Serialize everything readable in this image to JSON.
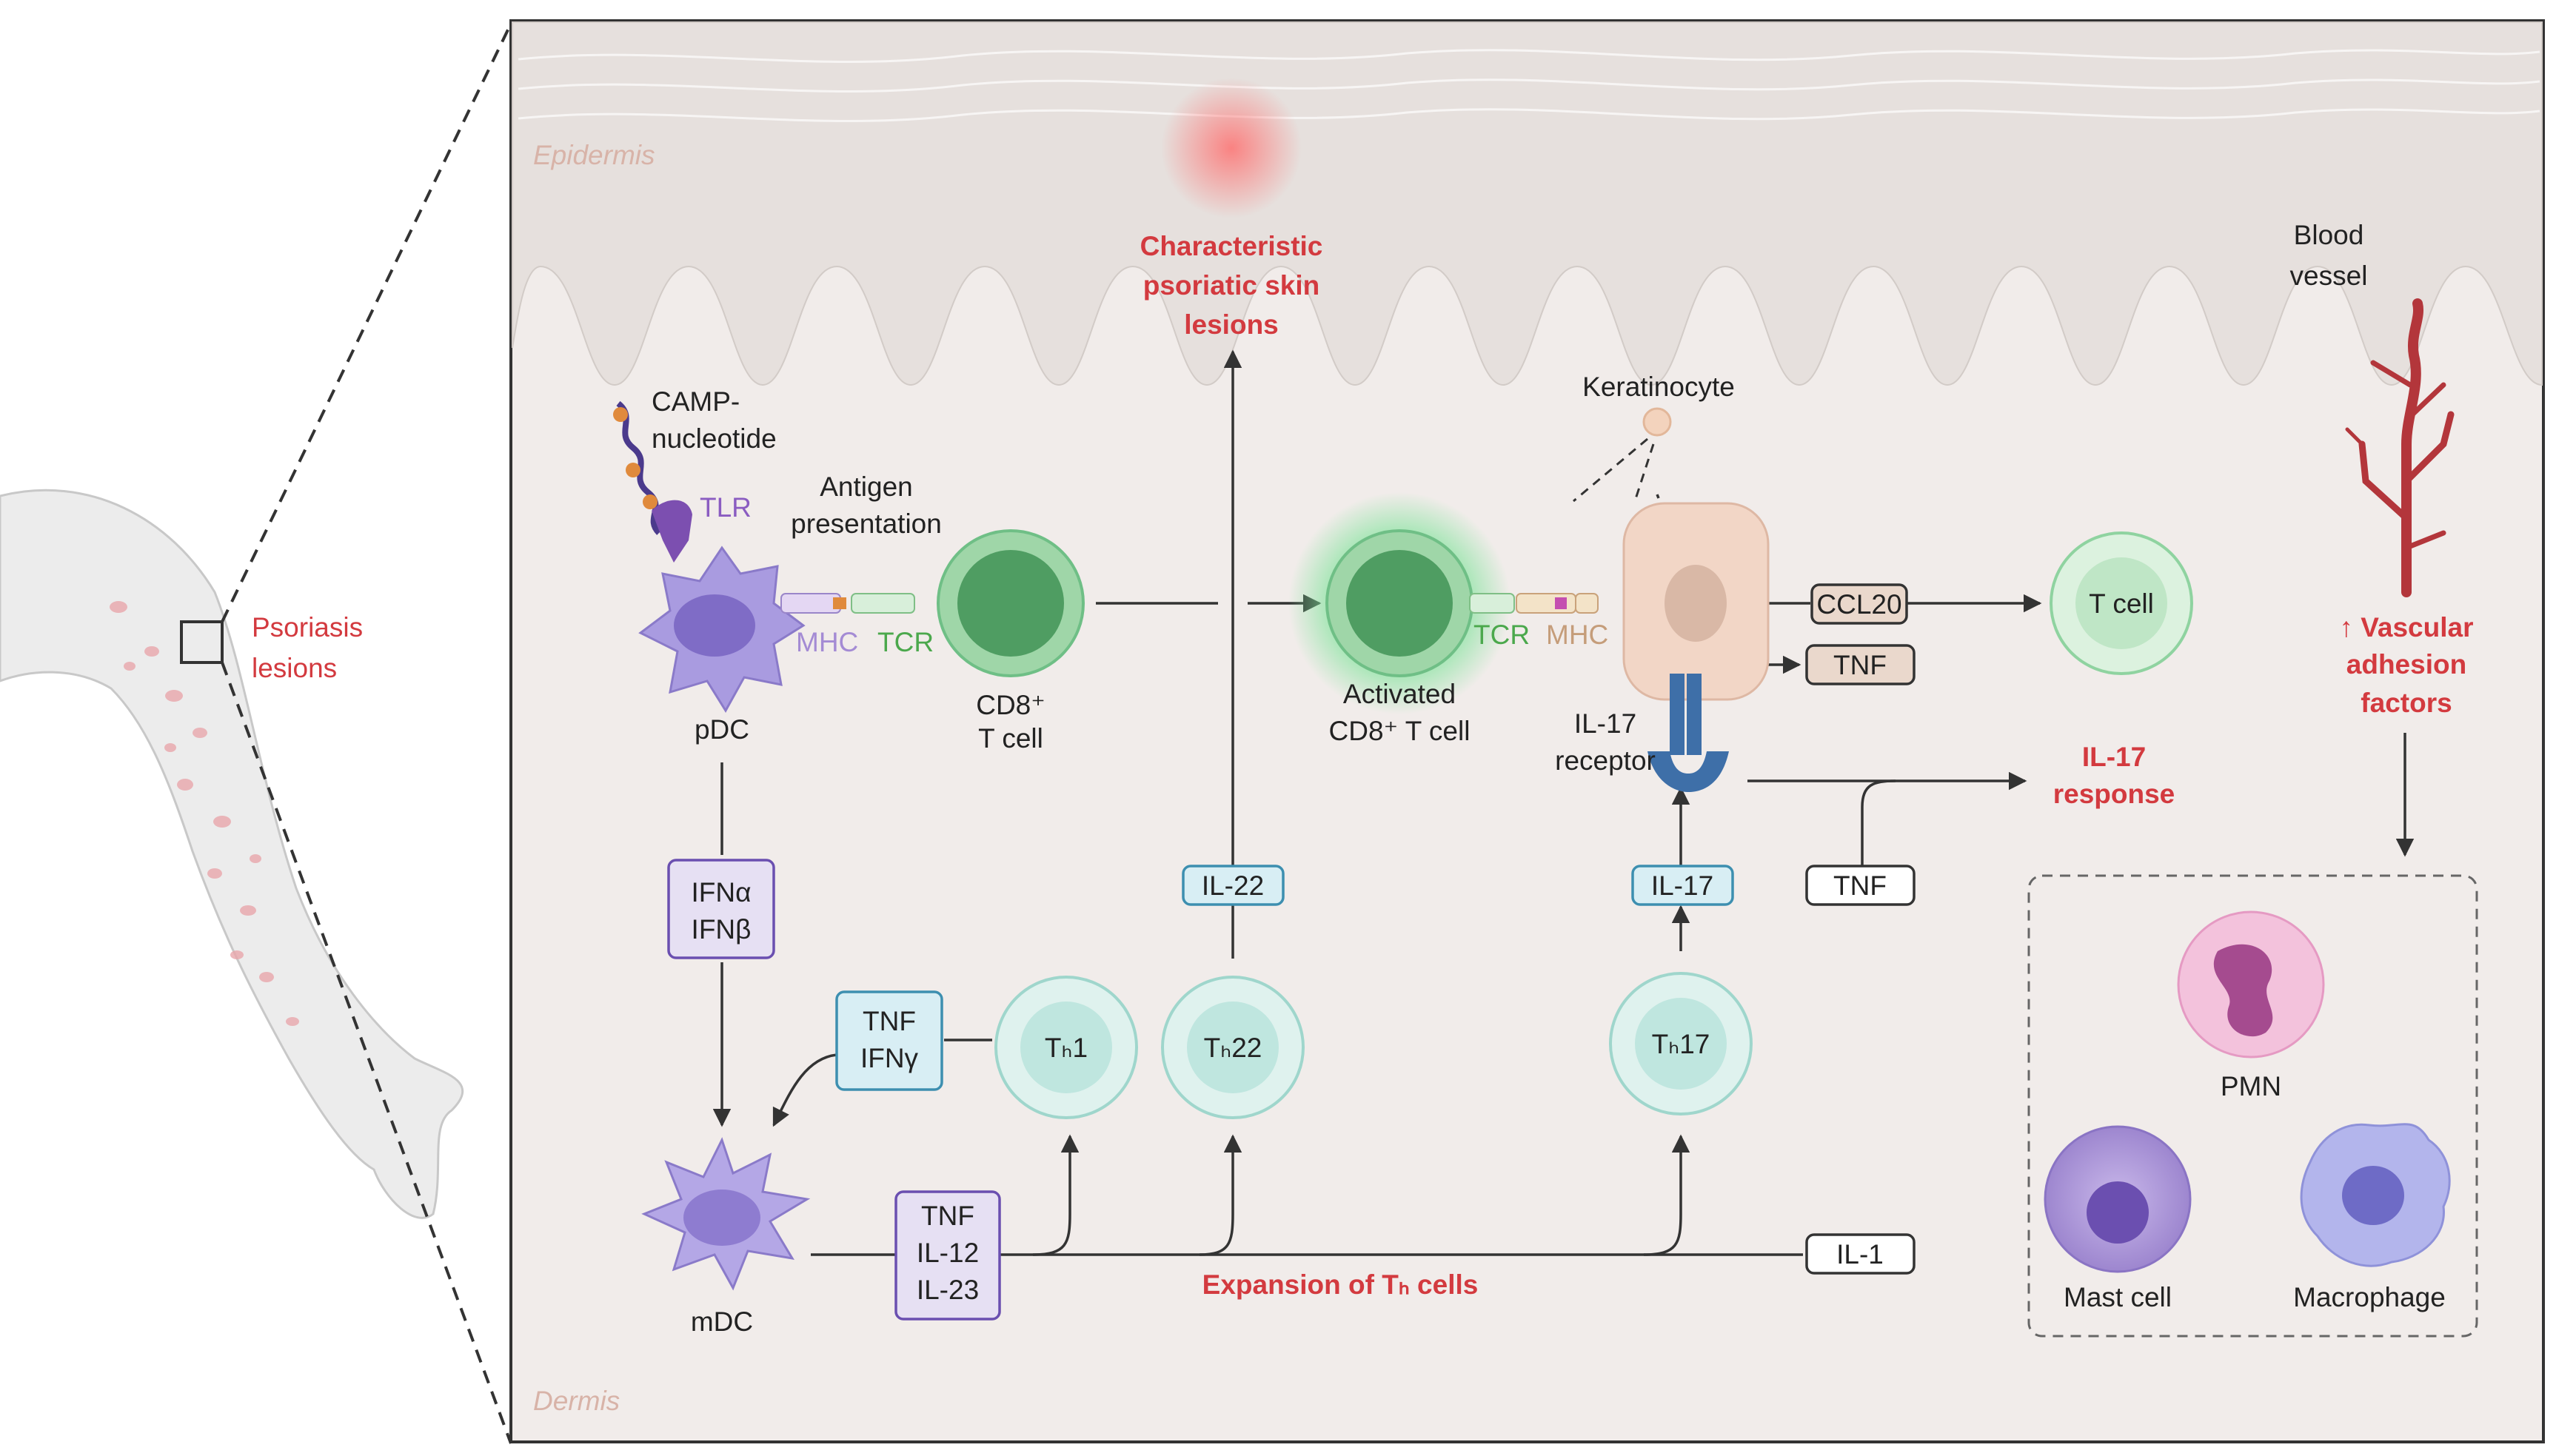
{
  "layers": {
    "epidermis": "Epidermis",
    "dermis": "Dermis"
  },
  "arm": {
    "lesion_label_1": "Psoriasis",
    "lesion_label_2": "lesions"
  },
  "top_effect": {
    "line1": "Characteristic",
    "line2": "psoriatic skin",
    "line3": "lesions"
  },
  "pdc": {
    "label": "pDC",
    "camp_line1": "CAMP-",
    "camp_line2": "nucleotide",
    "tlr": "TLR",
    "mhc": "MHC",
    "tcr": "TCR"
  },
  "antigen": {
    "line1": "Antigen",
    "line2": "presentation"
  },
  "cd8": {
    "line1": "CD8⁺",
    "line2": "T cell"
  },
  "activated": {
    "line1": "Activated",
    "line2": "CD8⁺ T cell",
    "tcr": "TCR",
    "mhc": "MHC"
  },
  "keratinocyte": {
    "label": "Keratinocyte",
    "receptor_line1": "IL-17",
    "receptor_line2": "receptor"
  },
  "outputs": {
    "ccl20": "CCL20",
    "tnf": "TNF",
    "t_cell": "T cell"
  },
  "il17_response": {
    "line1": "IL-17",
    "line2": "response"
  },
  "blood_vessel": {
    "line1": "Blood",
    "line2": "vessel"
  },
  "vascular": {
    "line1": "↑ Vascular",
    "line2": "adhesion",
    "line3": "factors"
  },
  "cytokine_boxes": {
    "ifn_a": "IFNα",
    "ifn_b": "IFNβ",
    "tnf_ifng_1": "TNF",
    "tnf_ifng_2": "IFNγ",
    "mdc_out_1": "TNF",
    "mdc_out_2": "IL-12",
    "mdc_out_3": "IL-23",
    "il22": "IL-22",
    "il17": "IL-17",
    "tnf_side": "TNF",
    "il1": "IL-1"
  },
  "th_cells": {
    "th1": "Tₕ1",
    "th22": "Tₕ22",
    "th17": "Tₕ17"
  },
  "mdc": {
    "label": "mDC"
  },
  "expansion": "Expansion of Tₕ cells",
  "immune_cells": {
    "pmn": "PMN",
    "mast": "Mast cell",
    "macrophage": "Macrophage"
  },
  "colors": {
    "accent_red": "#d33a3f",
    "purple_box": "#6a4fb0",
    "cyan_box": "#3d8fb0",
    "brown_box": "#7a5a40",
    "green_cell": "#6fbf86",
    "teal_cell": "#bfe6df",
    "panel_bg": "#f1ecea",
    "epidermis": "#e6e0dd"
  }
}
